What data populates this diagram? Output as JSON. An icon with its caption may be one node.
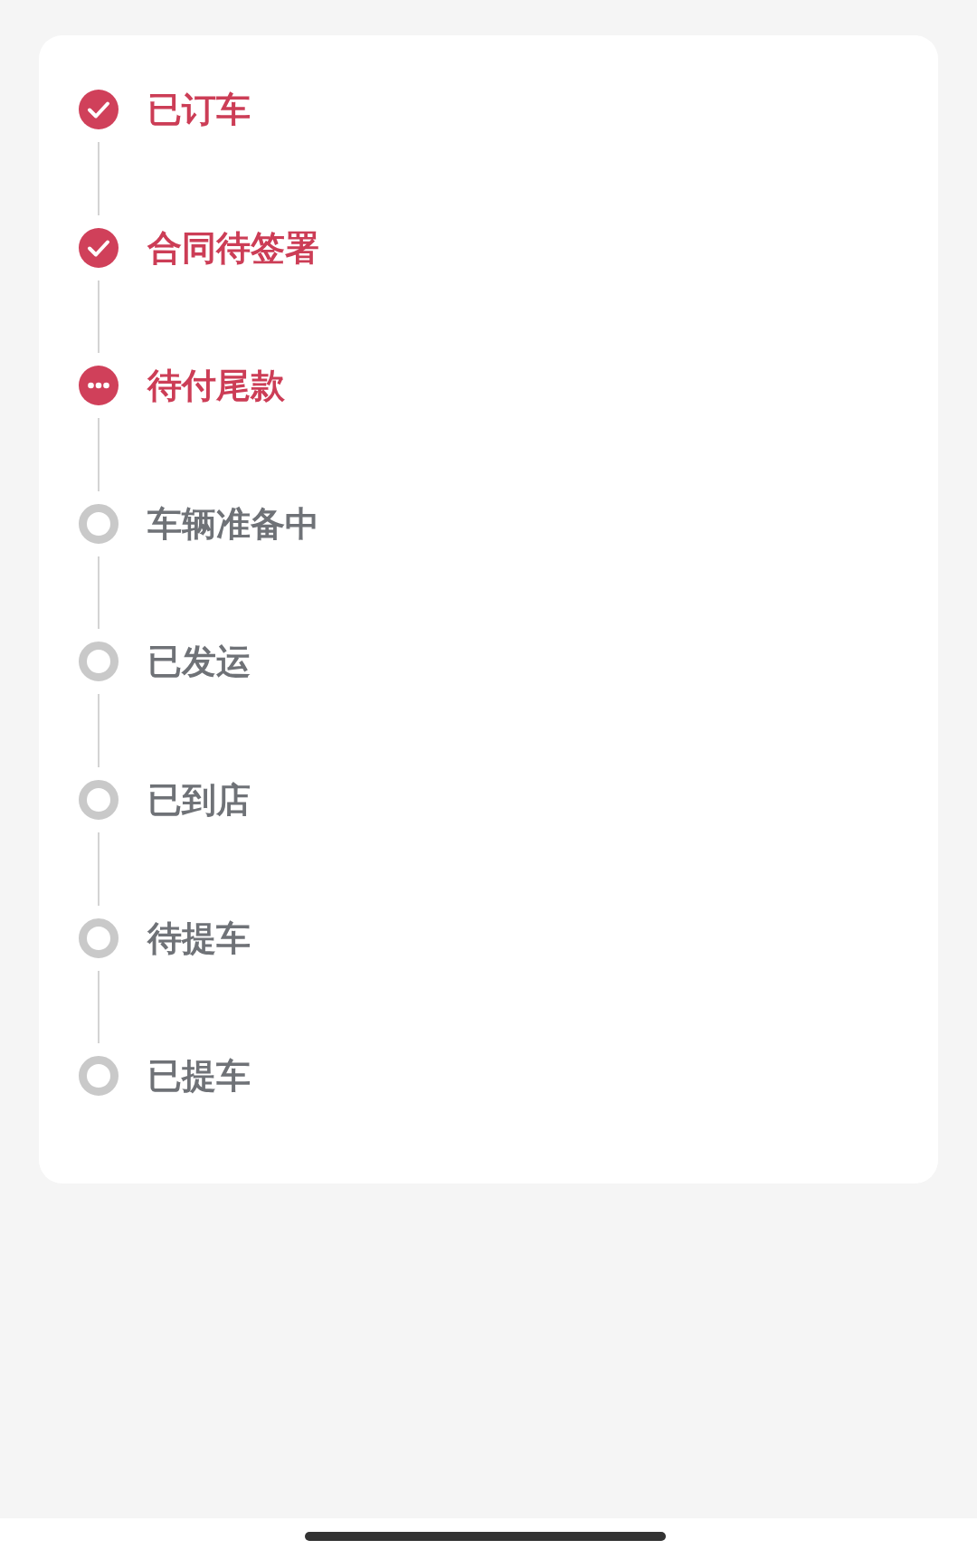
{
  "diagram": {
    "nodes": [
      {
        "text": [
          "已订车"
        ]
      },
      {
        "text": [
          "合同待签署"
        ]
      },
      {
        "text": [
          "待付尾款"
        ]
      },
      {
        "text": [
          "车辆准备中"
        ]
      },
      {
        "text": [
          "已发运"
        ]
      },
      {
        "text": [
          "已到店"
        ]
      },
      {
        "text": [
          "待提车"
        ]
      },
      {
        "text": [
          "已提车"
        ]
      }
    ],
    "edges": [
      {
        "from": 0,
        "to": 1,
        "arrow": "none"
      },
      {
        "from": 1,
        "to": 2,
        "arrow": "none"
      },
      {
        "from": 2,
        "to": 3,
        "arrow": "none"
      },
      {
        "from": 3,
        "to": 4,
        "arrow": "none"
      },
      {
        "from": 4,
        "to": 5,
        "arrow": "none"
      },
      {
        "from": 5,
        "to": 6,
        "arrow": "none"
      },
      {
        "from": 6,
        "to": 7,
        "arrow": "none"
      }
    ]
  }
}
